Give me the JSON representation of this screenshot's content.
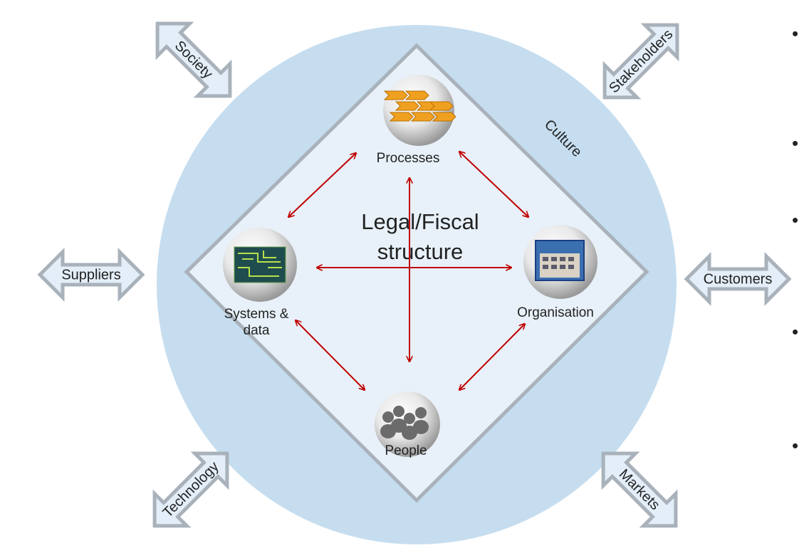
{
  "diagram": {
    "center_label_line1": "Legal/Fiscal",
    "center_label_line2": "structure",
    "culture_label": "Culture",
    "nodes": {
      "processes": "Processes",
      "organisation": "Organisation",
      "people": "People",
      "systems_line1": "Systems &",
      "systems_line2": "data"
    },
    "external": {
      "society": "Society",
      "stakeholders": "Stakeholders",
      "suppliers": "Suppliers",
      "customers": "Customers",
      "technology": "Technology",
      "markets": "Markets"
    },
    "bullet_glyph": "•",
    "colors": {
      "outer_circle": "#c5ddef",
      "diamond_fill": "#e8f1f9",
      "diamond_stroke": "#a9b2bb",
      "arrow_red": "#c00000",
      "external_arrow_fill": "#e3eef8",
      "external_arrow_stroke": "#a9b2bb"
    }
  }
}
